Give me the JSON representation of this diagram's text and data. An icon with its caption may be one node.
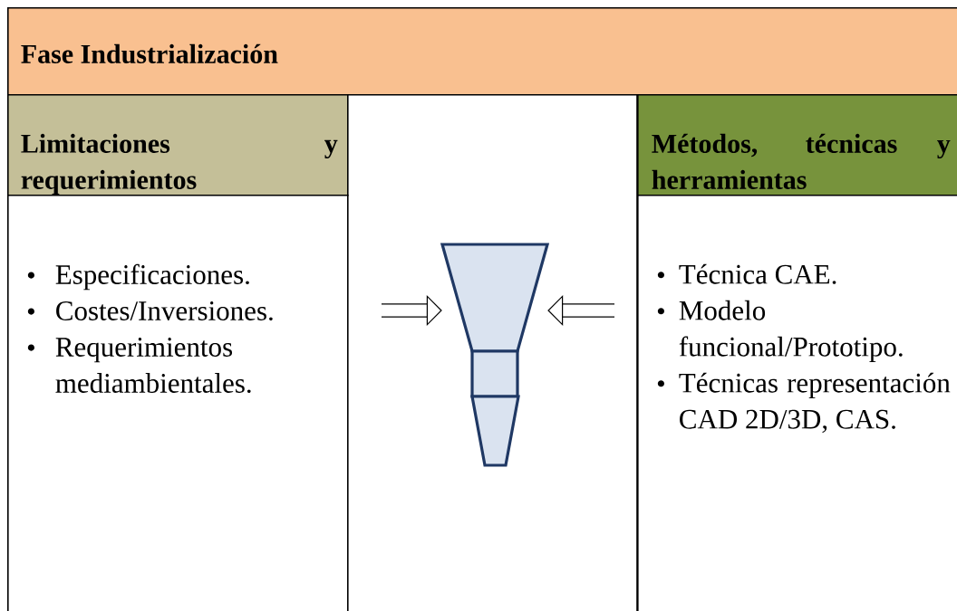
{
  "diagram": {
    "nodes": [
      {
        "text": [
          "Fase Industrialización"
        ]
      },
      {
        "text": [
          "Limitaciones y requerimientos"
        ]
      },
      {
        "text": [
          "Especificaciones.",
          "Costes/Inversiones.",
          "Requerimientos mediambientales."
        ]
      },
      {
        "text": [],
        "shape": "funnel"
      },
      {
        "text": [
          "Métodos, técnicas y herramientas"
        ]
      },
      {
        "text": [
          "Técnica CAE.",
          "Modelo funcional/Prototipo.",
          "Técnicas representación CAD 2D/3D, CAS."
        ]
      }
    ],
    "edges": [
      {
        "from": null,
        "to": 3,
        "arrow": "to"
      },
      {
        "from": null,
        "to": 3,
        "arrow": "to"
      }
    ]
  }
}
